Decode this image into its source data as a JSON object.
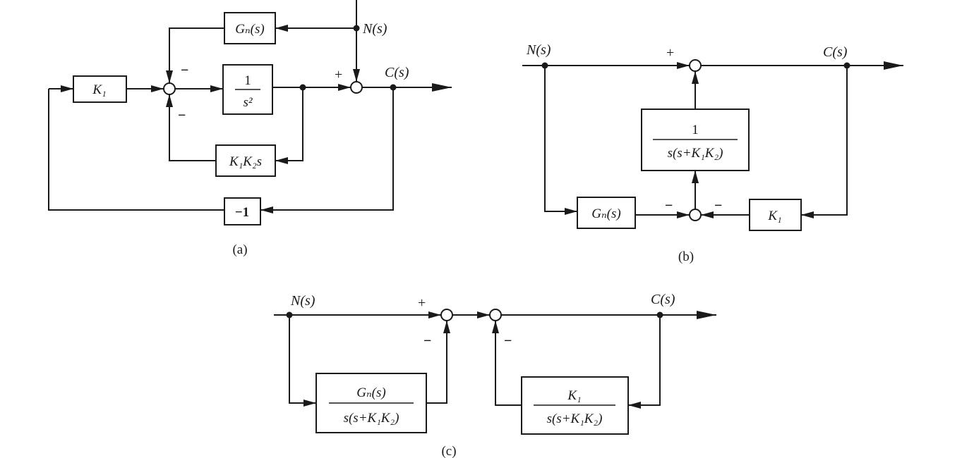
{
  "panel_a": {
    "caption": "(a)",
    "k1": "K₁",
    "gn": "Gₙ(s)",
    "frac_num": "1",
    "frac_den": "s²",
    "k1k2s": "K₁K₂s",
    "minus1": "−1",
    "n_label": "N(s)",
    "c_label": "C(s)",
    "plus": "+",
    "minus": "−"
  },
  "panel_b": {
    "caption": "(b)",
    "n_label": "N(s)",
    "c_label": "C(s)",
    "frac_num": "1",
    "frac_den": "s(s+K₁K₂)",
    "gn": "Gₙ(s)",
    "k1": "K₁",
    "plus": "+",
    "minus": "−"
  },
  "panel_c": {
    "caption": "(c)",
    "n_label": "N(s)",
    "c_label": "C(s)",
    "left_num": "Gₙ(s)",
    "left_den": "s(s+K₁K₂)",
    "right_num": "K₁",
    "right_den": "s(s+K₁K₂)",
    "plus": "+",
    "minus": "−"
  }
}
